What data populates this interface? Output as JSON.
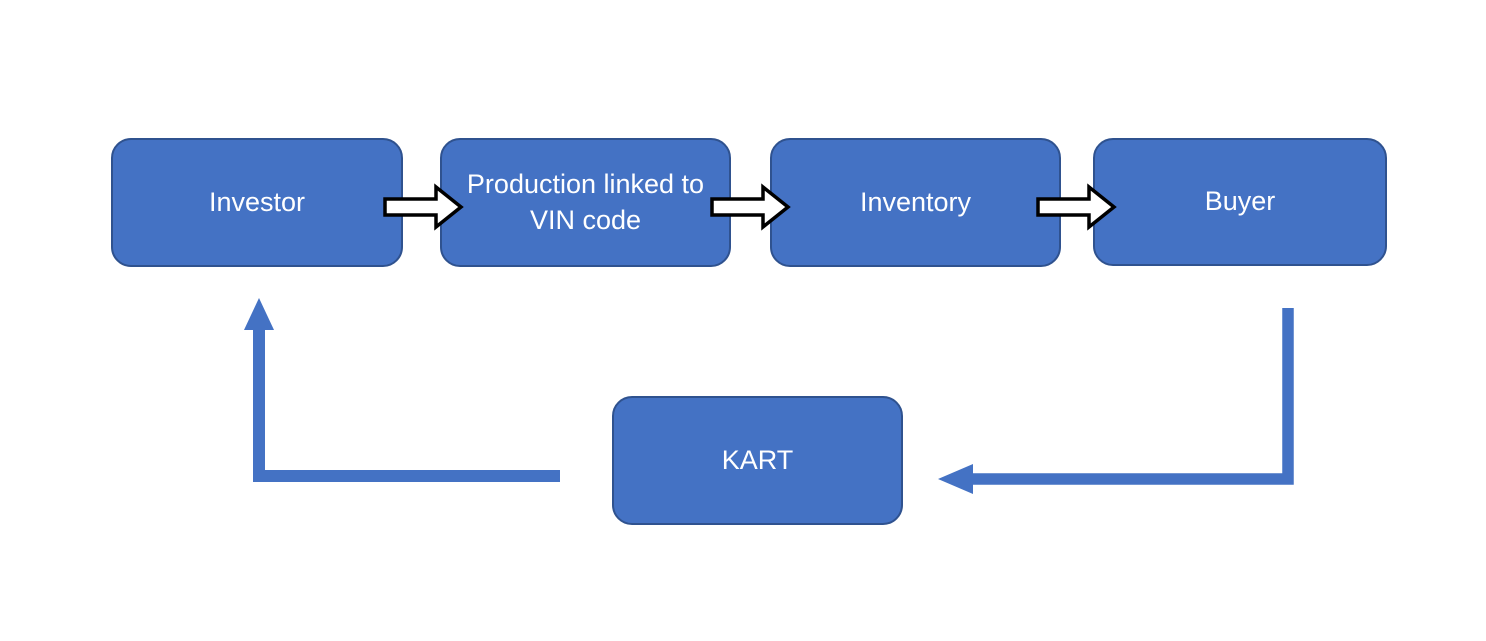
{
  "diagram": {
    "type": "flowchart-cycle",
    "boxes": [
      {
        "id": "investor",
        "label": "Investor"
      },
      {
        "id": "production",
        "label": "Production linked to VIN code"
      },
      {
        "id": "inventory",
        "label": "Inventory"
      },
      {
        "id": "buyer",
        "label": "Buyer"
      },
      {
        "id": "kart",
        "label": "KART"
      }
    ],
    "connections": [
      {
        "from": "investor",
        "to": "production",
        "style": "white-block-arrow",
        "direction": "right"
      },
      {
        "from": "production",
        "to": "inventory",
        "style": "white-block-arrow",
        "direction": "right"
      },
      {
        "from": "inventory",
        "to": "buyer",
        "style": "white-block-arrow",
        "direction": "right"
      },
      {
        "from": "buyer",
        "to": "kart",
        "style": "blue-elbow-arrow",
        "direction": "down-left"
      },
      {
        "from": "kart",
        "to": "investor",
        "style": "blue-elbow-arrow",
        "direction": "left-up"
      }
    ],
    "colors": {
      "box_fill": "#4472C4",
      "box_border": "#2F528F",
      "elbow_arrow": "#4472C4",
      "block_arrow_fill": "#FFFFFF",
      "block_arrow_outline": "#000000",
      "label_text": "#FFFFFF",
      "background": "#FFFFFF"
    }
  }
}
